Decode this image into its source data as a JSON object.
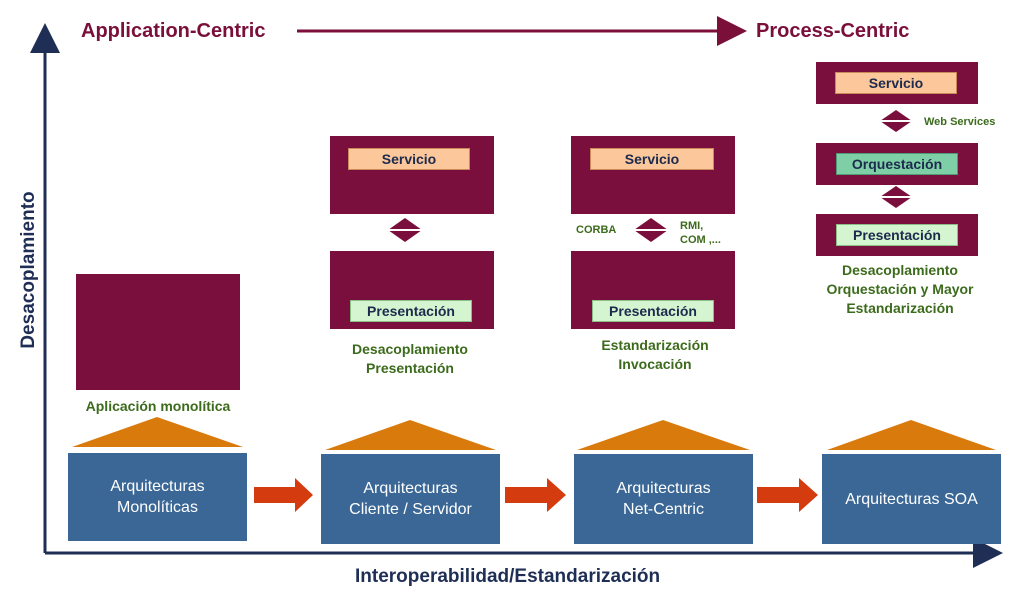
{
  "header": {
    "left": "Application-Centric",
    "right": "Process-Centric"
  },
  "axes": {
    "y_label": "Desacoplamiento",
    "x_label": "Interoperabilidad/Estandarización"
  },
  "architectures": [
    {
      "label": "Arquitecturas\nMonolíticas"
    },
    {
      "label": "Arquitecturas\nCliente / Servidor"
    },
    {
      "label": "Arquitecturas\nNet-Centric"
    },
    {
      "label": "Arquitecturas SOA"
    }
  ],
  "monolithic": {
    "caption": "Aplicación monolítica"
  },
  "client_server": {
    "service_label": "Servicio",
    "presentation_label": "Presentación",
    "caption": "Desacoplamiento\nPresentación"
  },
  "net_centric": {
    "service_label": "Servicio",
    "presentation_label": "Presentación",
    "protocol_left": "CORBA",
    "protocol_right": "RMI,\nCOM ,...",
    "caption": "Estandarización\nInvocación"
  },
  "soa": {
    "service_label": "Servicio",
    "orchestration_label": "Orquestación",
    "presentation_label": "Presentación",
    "web_services": "Web Services",
    "caption": "Desacoplamiento\nOrquestación y Mayor\nEstandarización"
  },
  "colors": {
    "maroon": "#7a0e3c",
    "arch_blue": "#3a6796",
    "roof_orange": "#d97a0c",
    "arrow_red": "#d43c0f",
    "axis_navy": "#1f2e55"
  }
}
